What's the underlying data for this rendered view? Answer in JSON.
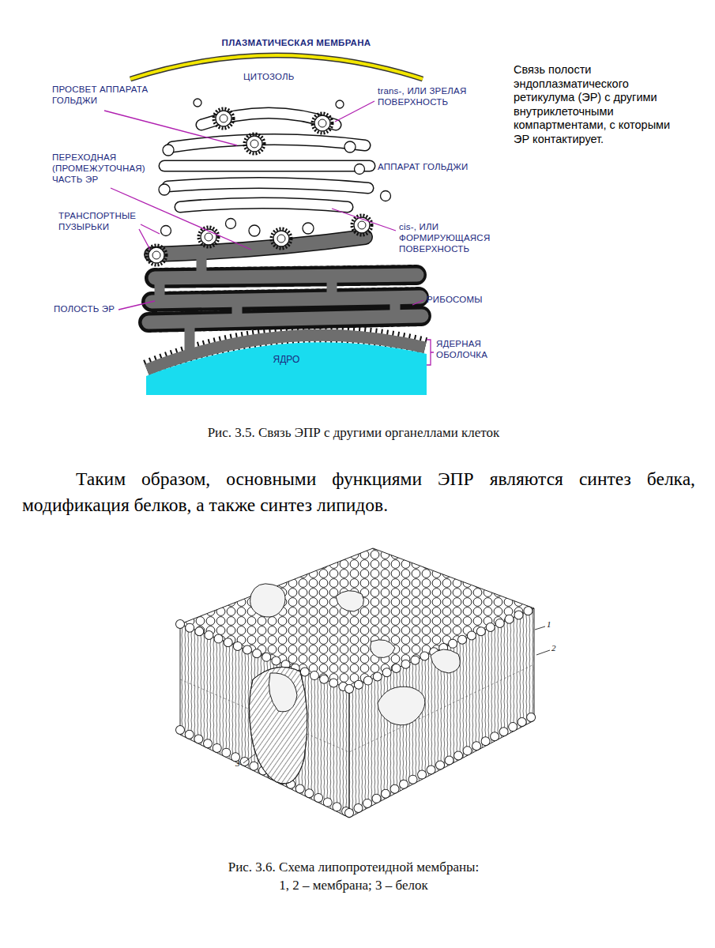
{
  "diagram": {
    "nodes": [
      {
        "text": [
          "ЯДРО"
        ]
      }
    ],
    "labels": [
      "ПЛАЗМАТИЧЕСКАЯ МЕМБРАНА",
      "ЦИТОЗОЛЬ",
      "ПРОСВЕТ АППАРАТА ГОЛЬДЖИ",
      "trans-, ИЛИ ЗРЕЛАЯ ПОВЕРХНОСТЬ",
      "Связь полости эндоплазматического ретикулума (ЭР) с другими внутриклеточными компартментами, с которыми ЭР контактирует.",
      "ПЕРЕХОДНАЯ (ПРОМЕЖУТОЧНАЯ) ЧАСТЬ ЭР",
      "АППАРАТ ГОЛЬДЖИ",
      "ТРАНСПОРТНЫЕ ПУЗЫРЬКИ",
      "cis-, ИЛИ ФОРМИРУЮЩАЯСЯ ПОВЕРХНОСТЬ",
      "ПОЛОСТЬ ЭР",
      "РИБОСОМЫ",
      "ЯДЕРНАЯ ОБОЛОЧКА",
      "Рис. 3.5. Связь ЭПР с другими органеллами клеток",
      "Таким образом, основными функциями ЭПР являются синтез белка, модификация белков, а также синтез липидов.",
      "1",
      "2",
      "3",
      "Рис. 3.6. Схема липопротеидной мембраны:",
      "1, 2 – мембрана; 3 – белок"
    ]
  }
}
